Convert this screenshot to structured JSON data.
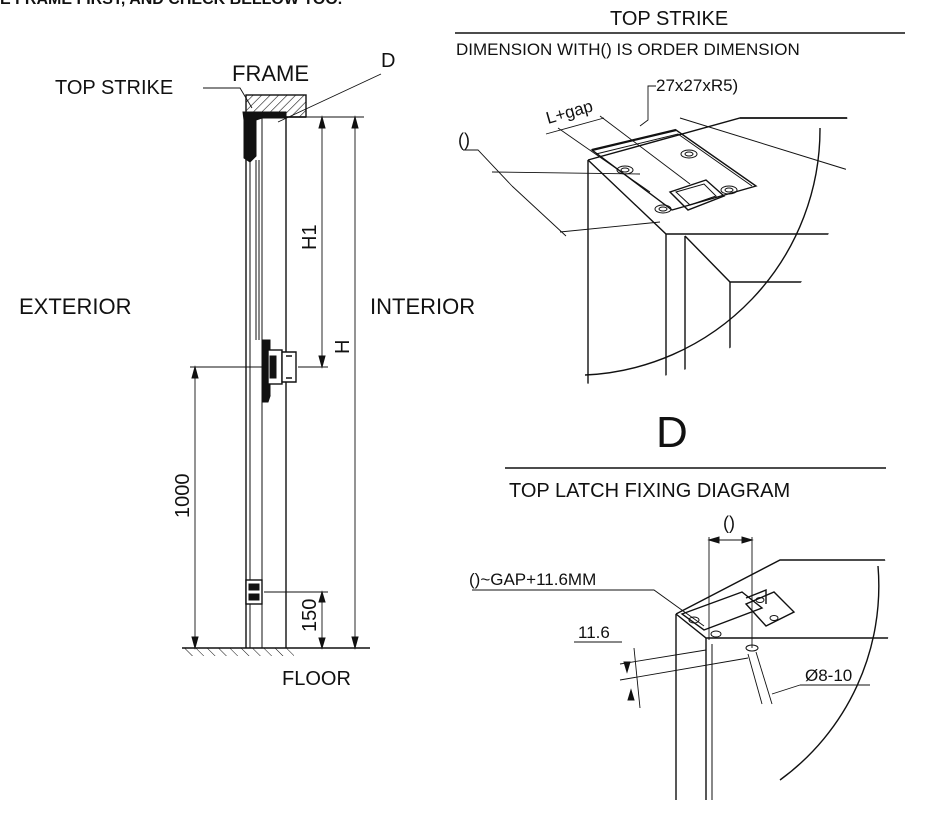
{
  "header_fragment": "E FRAME FIRST, AND CHECK BELLOW TOO.",
  "side_view": {
    "top_strike_label": "TOP STRIKE",
    "frame_label": "FRAME",
    "detail_marker": "D",
    "exterior_label": "EXTERIOR",
    "interior_label": "INTERIOR",
    "floor_label": "FLOOR",
    "dim_h1": "H1",
    "dim_h": "H",
    "dim_1000": "1000",
    "dim_150": "150"
  },
  "top_strike_detail": {
    "title": "TOP STRIKE",
    "subtitle": "DIMENSION WITH() IS ORDER DIMENSION",
    "callout_size": "27x27xR5)",
    "callout_gap": "L+gap",
    "callout_paren": "()"
  },
  "detail_letter": "D",
  "top_latch_detail": {
    "title": "TOP LATCH FIXING  DIAGRAM",
    "callout_paren": "()",
    "callout_gap": "()~GAP+11.6MM",
    "callout_offset": "11.6",
    "callout_hole": "Ø8-10"
  }
}
